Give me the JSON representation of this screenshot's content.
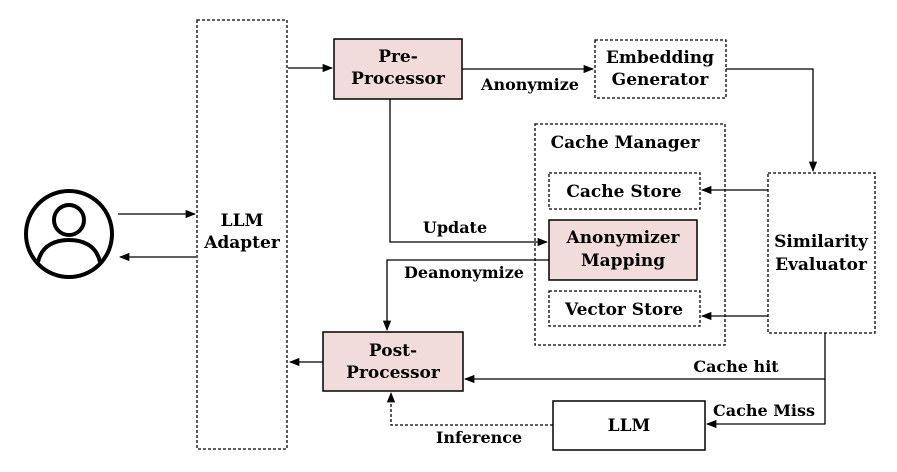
{
  "colors": {
    "highlight_fill": "#f2dcdb",
    "stroke": "#000000",
    "background": "#ffffff"
  },
  "nodes": {
    "user": {
      "icon": "user-avatar-icon"
    },
    "llm_adapter": {
      "lines": [
        "LLM",
        "Adapter"
      ]
    },
    "pre_processor": {
      "lines": [
        "Pre-",
        "Processor"
      ]
    },
    "embedding_generator": {
      "lines": [
        "Embedding",
        "Generator"
      ]
    },
    "cache_manager": {
      "title": "Cache Manager"
    },
    "cache_store": {
      "lines": [
        "Cache Store"
      ]
    },
    "anonymizer_mapping": {
      "lines": [
        "Anonymizer",
        "Mapping"
      ]
    },
    "vector_store": {
      "lines": [
        "Vector Store"
      ]
    },
    "similarity_evaluator": {
      "lines": [
        "Similarity",
        "Evaluator"
      ]
    },
    "post_processor": {
      "lines": [
        "Post-",
        "Processor"
      ]
    },
    "llm": {
      "lines": [
        "LLM"
      ]
    }
  },
  "edges": {
    "anonymize": "Anonymize",
    "update": "Update",
    "deanonymize": "Deanonymize",
    "cache_hit": "Cache hit",
    "cache_miss": "Cache Miss",
    "inference": "Inference"
  }
}
